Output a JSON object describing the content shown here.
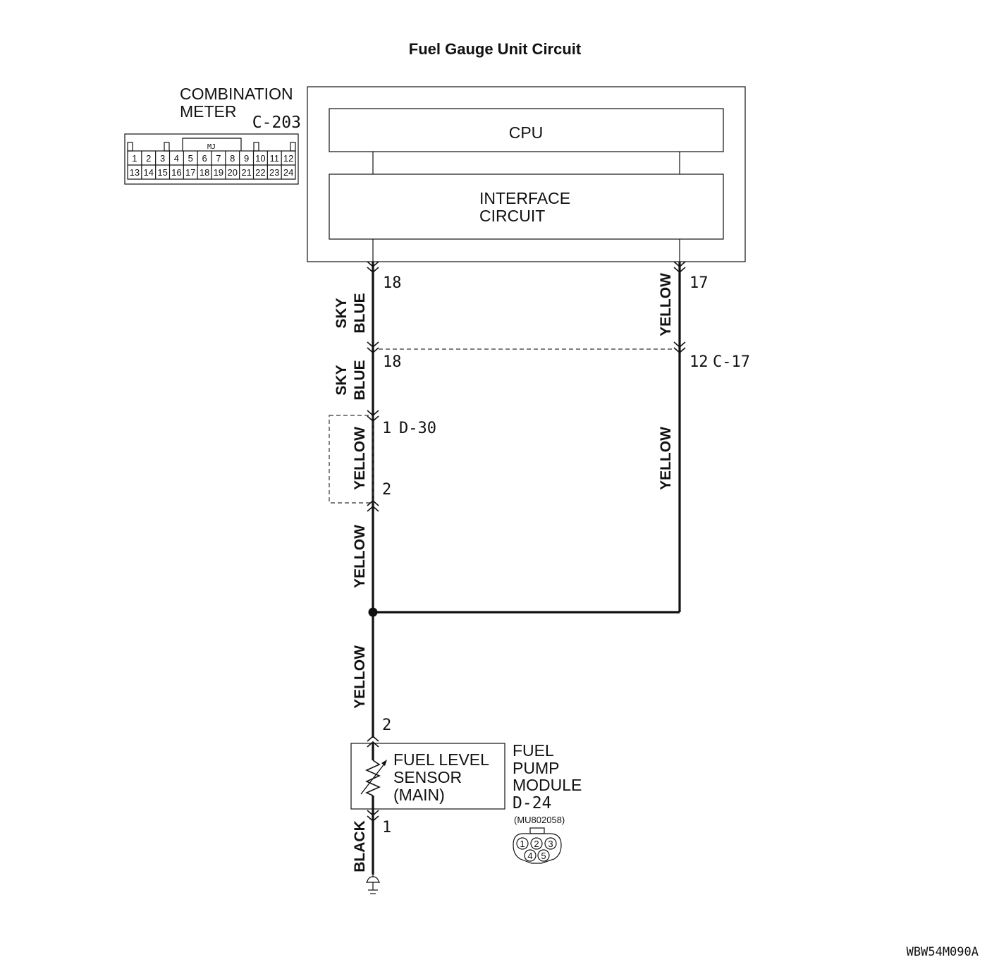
{
  "title": "Fuel Gauge Unit Circuit",
  "combination_meter": {
    "name_line1": "COMBINATION",
    "name_line2": "METER",
    "connector": "C-203",
    "connector_code": "MJ",
    "pins_top": [
      "1",
      "2",
      "3",
      "4",
      "5",
      "6",
      "7",
      "8",
      "9",
      "10",
      "11",
      "12"
    ],
    "pins_bottom": [
      "13",
      "14",
      "15",
      "16",
      "17",
      "18",
      "19",
      "20",
      "21",
      "22",
      "23",
      "24"
    ]
  },
  "cpu_label": "CPU",
  "interface_line1": "INTERFACE",
  "interface_line2": "CIRCUIT",
  "pins": {
    "meter_left": "18",
    "meter_right": "17",
    "joint_left": "18",
    "joint_right": "12",
    "joint_connector": "C-17",
    "d30_top": "1",
    "d30_connector": "D-30",
    "d30_bottom": "2",
    "sensor_top": "2",
    "sensor_bottom": "1"
  },
  "wires": {
    "left_upper_1": "SKY",
    "left_upper_2": "BLUE",
    "left_middle_1": "SKY",
    "left_middle_2": "BLUE",
    "left_d30": "YELLOW",
    "left_lower": "YELLOW",
    "left_bottom": "YELLOW",
    "right_upper": "YELLOW",
    "right_lower": "YELLOW",
    "ground": "BLACK"
  },
  "sensor": {
    "line1": "FUEL LEVEL",
    "line2": "SENSOR",
    "line3": "(MAIN)"
  },
  "module": {
    "line1": "FUEL",
    "line2": "PUMP",
    "line3": "MODULE",
    "connector": "D-24",
    "part_number": "(MU802058)",
    "pins": [
      "1",
      "2",
      "3",
      "4",
      "5"
    ]
  },
  "figure_code": "WBW54M090A"
}
